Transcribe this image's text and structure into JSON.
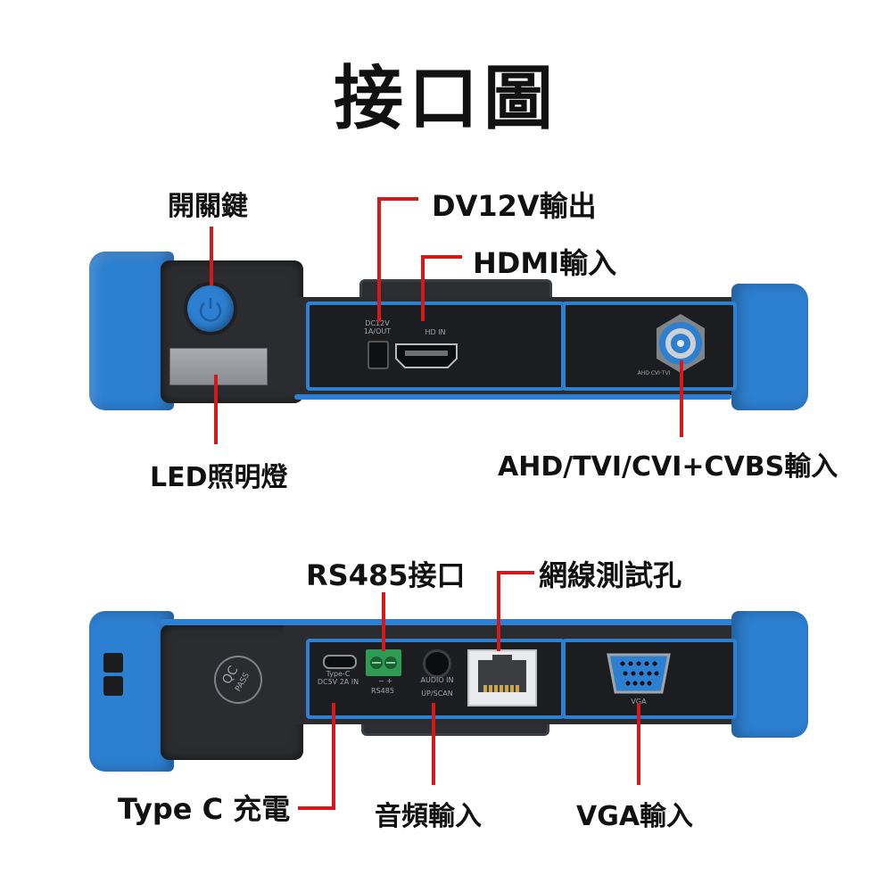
{
  "title": "接口圖",
  "top_device": {
    "labels": {
      "power_key": "開關鍵",
      "dv12v_out": "DV12V輸出",
      "hdmi_in": "HDMI輸入",
      "led_light": "LED照明燈",
      "video_in": "AHD/TVI/CVI+CVBS輸入"
    },
    "printed": {
      "dc12v": "DC12V",
      "dc12v_sub": "1A/OUT",
      "hdmi": "HD IN",
      "bnc": "AHD·CVI·TVI"
    }
  },
  "bottom_device": {
    "labels": {
      "rs485": "RS485接口",
      "lan_test": "網線測試孔",
      "type_c": "Type C 充電",
      "audio_in": "音頻輸入",
      "vga_in": "VGA輸入"
    },
    "printed": {
      "typec": "Type-C",
      "typec_sub": "DC5V 2A IN",
      "rs485": "RS485",
      "rs485_sign": "− +",
      "audio": "AUDIO IN",
      "audio_sub": "UP/SCAN",
      "vga": "VGA",
      "qc": "QC",
      "qc_sub": "PASS"
    }
  },
  "colors": {
    "accent_line": "#d21a1a",
    "bumper_blue": "#2d7fd1",
    "body_dark": "#2a2c2f",
    "panel_dark": "#1c1d20"
  }
}
